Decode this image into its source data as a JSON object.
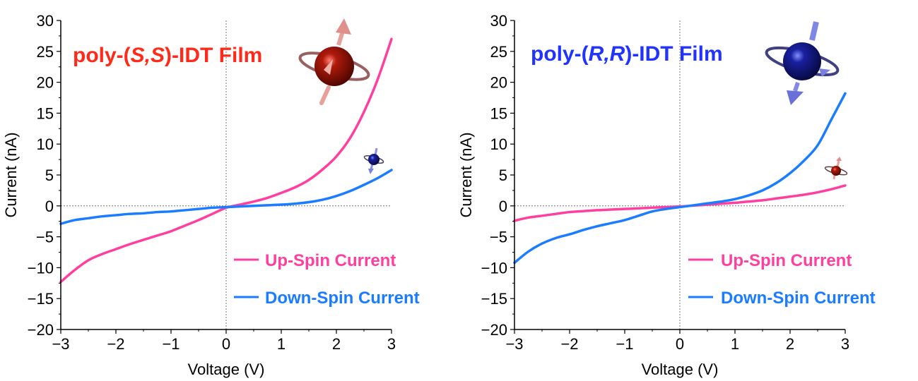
{
  "colors": {
    "up_spin": "#ff3fa0",
    "down_spin": "#1a7cff",
    "title_left": "#ff2a1a",
    "title_right": "#2233ff",
    "axis": "#000000",
    "zero_line": "#777777",
    "electron_red": "#9a1408",
    "electron_blue": "#10168a",
    "arrow_red": "#e89a94",
    "arrow_blue": "#7a80e0"
  },
  "chart_data": [
    {
      "type": "line",
      "title": "poly-(S,S)-IDT Film",
      "title_parts": [
        "poly-(",
        "S,S",
        ")-IDT Film"
      ],
      "xlabel": "Voltage (V)",
      "ylabel": "Current (nA)",
      "xlim": [
        -3,
        3
      ],
      "ylim": [
        -20,
        30
      ],
      "xticks": [
        "−3",
        "−2",
        "−1",
        "0",
        "1",
        "2",
        "3"
      ],
      "yticks": [
        "−20",
        "−15",
        "−10",
        "−5",
        "0",
        "5",
        "10",
        "15",
        "20",
        "25",
        "30"
      ],
      "grid": false,
      "zero_lines": true,
      "legend_position": "lower right",
      "series": [
        {
          "name": "Up-Spin Current",
          "x": [
            -3,
            -2.75,
            -2.5,
            -2.25,
            -2,
            -1.75,
            -1.5,
            -1.25,
            -1,
            -0.75,
            -0.5,
            -0.25,
            0,
            0.25,
            0.5,
            0.75,
            1,
            1.25,
            1.5,
            1.75,
            2,
            2.25,
            2.5,
            2.75,
            3
          ],
          "values": [
            -12.3,
            -10.4,
            -8.8,
            -7.8,
            -7.0,
            -6.2,
            -5.5,
            -4.8,
            -4.1,
            -3.2,
            -2.3,
            -1.3,
            -0.3,
            0.2,
            0.7,
            1.3,
            2.1,
            3.0,
            4.2,
            5.9,
            8.0,
            11.0,
            15.2,
            20.5,
            27.0
          ]
        },
        {
          "name": "Down-Spin Current",
          "x": [
            -3,
            -2.75,
            -2.5,
            -2.25,
            -2,
            -1.75,
            -1.5,
            -1.25,
            -1,
            -0.75,
            -0.5,
            -0.25,
            0,
            0.25,
            0.5,
            0.75,
            1,
            1.25,
            1.5,
            1.75,
            2,
            2.25,
            2.5,
            2.75,
            3
          ],
          "values": [
            -2.9,
            -2.3,
            -2.0,
            -1.7,
            -1.5,
            -1.3,
            -1.2,
            -1.0,
            -0.9,
            -0.7,
            -0.5,
            -0.3,
            -0.2,
            -0.1,
            0.0,
            0.1,
            0.2,
            0.35,
            0.6,
            1.0,
            1.6,
            2.4,
            3.4,
            4.5,
            5.8
          ]
        }
      ],
      "annotations": [
        "large red electron with up-spin arrow",
        "small blue electron with down-spin arrow"
      ]
    },
    {
      "type": "line",
      "title": "poly-(R,R)-IDT Film",
      "title_parts": [
        "poly-(",
        "R,R",
        ")-IDT Film"
      ],
      "xlabel": "Voltage (V)",
      "ylabel": "Current (nA)",
      "xlim": [
        -3,
        3
      ],
      "ylim": [
        -20,
        30
      ],
      "xticks": [
        "−3",
        "−2",
        "−1",
        "0",
        "1",
        "2",
        "3"
      ],
      "yticks": [
        "−20",
        "−15",
        "−10",
        "−5",
        "0",
        "5",
        "10",
        "15",
        "20",
        "25",
        "30"
      ],
      "grid": false,
      "zero_lines": true,
      "legend_position": "lower right",
      "series": [
        {
          "name": "Up-Spin Current",
          "x": [
            -3,
            -2.75,
            -2.5,
            -2.25,
            -2,
            -1.75,
            -1.5,
            -1.25,
            -1,
            -0.75,
            -0.5,
            -0.25,
            0,
            0.25,
            0.5,
            0.75,
            1,
            1.25,
            1.5,
            1.75,
            2,
            2.25,
            2.5,
            2.75,
            3
          ],
          "values": [
            -2.4,
            -1.9,
            -1.6,
            -1.3,
            -1.0,
            -0.85,
            -0.7,
            -0.6,
            -0.5,
            -0.4,
            -0.3,
            -0.2,
            -0.1,
            0.05,
            0.2,
            0.35,
            0.5,
            0.7,
            0.9,
            1.2,
            1.5,
            1.8,
            2.2,
            2.7,
            3.3
          ]
        },
        {
          "name": "Down-Spin Current",
          "x": [
            -3,
            -2.75,
            -2.5,
            -2.25,
            -2,
            -1.75,
            -1.5,
            -1.25,
            -1,
            -0.75,
            -0.5,
            -0.25,
            0,
            0.25,
            0.5,
            0.75,
            1,
            1.25,
            1.5,
            1.75,
            2,
            2.25,
            2.5,
            2.75,
            3
          ],
          "values": [
            -9.2,
            -7.4,
            -6.1,
            -5.2,
            -4.6,
            -3.9,
            -3.3,
            -2.8,
            -2.3,
            -1.6,
            -0.9,
            -0.5,
            -0.2,
            0.1,
            0.4,
            0.7,
            1.1,
            1.7,
            2.5,
            3.7,
            5.3,
            7.3,
            9.8,
            14.0,
            18.2
          ]
        }
      ],
      "annotations": [
        "large blue electron with down-spin arrow",
        "small red electron with up-spin arrow"
      ]
    }
  ]
}
